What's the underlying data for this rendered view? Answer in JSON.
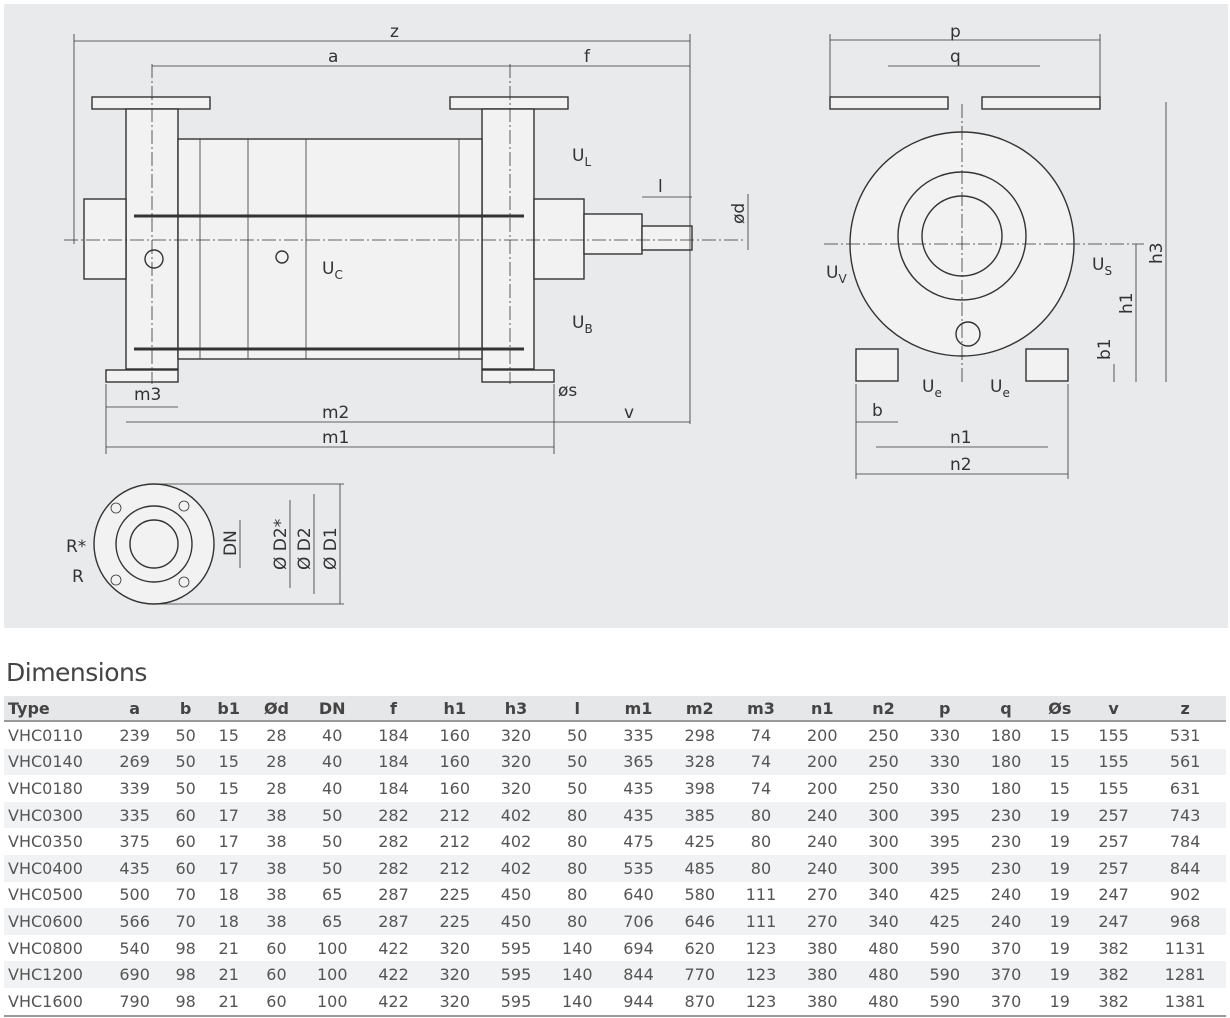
{
  "drawing": {
    "side": {
      "z": "z",
      "a": "a",
      "f": "f",
      "l": "l",
      "d": "ød",
      "UL": {
        "t": "U",
        "s": "L"
      },
      "UC": {
        "t": "U",
        "s": "C"
      },
      "UB": {
        "t": "U",
        "s": "B"
      },
      "m3": "m3",
      "m2": "m2",
      "m1": "m1",
      "s": "øs",
      "v": "v"
    },
    "end": {
      "p": "p",
      "q": "q",
      "h3": "h3",
      "h1": "h1",
      "b1": "b1",
      "UV": {
        "t": "U",
        "s": "V"
      },
      "US": {
        "t": "U",
        "s": "S"
      },
      "Ue1": {
        "t": "U",
        "s": "e"
      },
      "Ue2": {
        "t": "U",
        "s": "e"
      },
      "b": "b",
      "n1": "n1",
      "n2": "n2"
    },
    "flange": {
      "Rstar": "R*",
      "R": "R",
      "DN": "DN",
      "D2star": "Ø D2*",
      "D2": "Ø D2",
      "D1": "Ø D1"
    }
  },
  "title": "Dimensions",
  "table": {
    "headers": [
      "Type",
      "a",
      "b",
      "b1",
      "Ød",
      "DN",
      "f",
      "h1",
      "h3",
      "l",
      "m1",
      "m2",
      "m3",
      "n1",
      "n2",
      "p",
      "q",
      "Øs",
      "v",
      "z"
    ],
    "rows": [
      [
        "VHC0110",
        "239",
        "50",
        "15",
        "28",
        "40",
        "184",
        "160",
        "320",
        "50",
        "335",
        "298",
        "74",
        "200",
        "250",
        "330",
        "180",
        "15",
        "155",
        "531"
      ],
      [
        "VHC0140",
        "269",
        "50",
        "15",
        "28",
        "40",
        "184",
        "160",
        "320",
        "50",
        "365",
        "328",
        "74",
        "200",
        "250",
        "330",
        "180",
        "15",
        "155",
        "561"
      ],
      [
        "VHC0180",
        "339",
        "50",
        "15",
        "28",
        "40",
        "184",
        "160",
        "320",
        "50",
        "435",
        "398",
        "74",
        "200",
        "250",
        "330",
        "180",
        "15",
        "155",
        "631"
      ],
      [
        "VHC0300",
        "335",
        "60",
        "17",
        "38",
        "50",
        "282",
        "212",
        "402",
        "80",
        "435",
        "385",
        "80",
        "240",
        "300",
        "395",
        "230",
        "19",
        "257",
        "743"
      ],
      [
        "VHC0350",
        "375",
        "60",
        "17",
        "38",
        "50",
        "282",
        "212",
        "402",
        "80",
        "475",
        "425",
        "80",
        "240",
        "300",
        "395",
        "230",
        "19",
        "257",
        "784"
      ],
      [
        "VHC0400",
        "435",
        "60",
        "17",
        "38",
        "50",
        "282",
        "212",
        "402",
        "80",
        "535",
        "485",
        "80",
        "240",
        "300",
        "395",
        "230",
        "19",
        "257",
        "844"
      ],
      [
        "VHC0500",
        "500",
        "70",
        "18",
        "38",
        "65",
        "287",
        "225",
        "450",
        "80",
        "640",
        "580",
        "111",
        "270",
        "340",
        "425",
        "240",
        "19",
        "247",
        "902"
      ],
      [
        "VHC0600",
        "566",
        "70",
        "18",
        "38",
        "65",
        "287",
        "225",
        "450",
        "80",
        "706",
        "646",
        "111",
        "270",
        "340",
        "425",
        "240",
        "19",
        "247",
        "968"
      ],
      [
        "VHC0800",
        "540",
        "98",
        "21",
        "60",
        "100",
        "422",
        "320",
        "595",
        "140",
        "694",
        "620",
        "123",
        "380",
        "480",
        "590",
        "370",
        "19",
        "382",
        "1131"
      ],
      [
        "VHC1200",
        "690",
        "98",
        "21",
        "60",
        "100",
        "422",
        "320",
        "595",
        "140",
        "844",
        "770",
        "123",
        "380",
        "480",
        "590",
        "370",
        "19",
        "382",
        "1281"
      ],
      [
        "VHC1600",
        "790",
        "98",
        "21",
        "60",
        "100",
        "422",
        "320",
        "595",
        "140",
        "944",
        "870",
        "123",
        "380",
        "480",
        "590",
        "370",
        "19",
        "382",
        "1381"
      ]
    ]
  }
}
